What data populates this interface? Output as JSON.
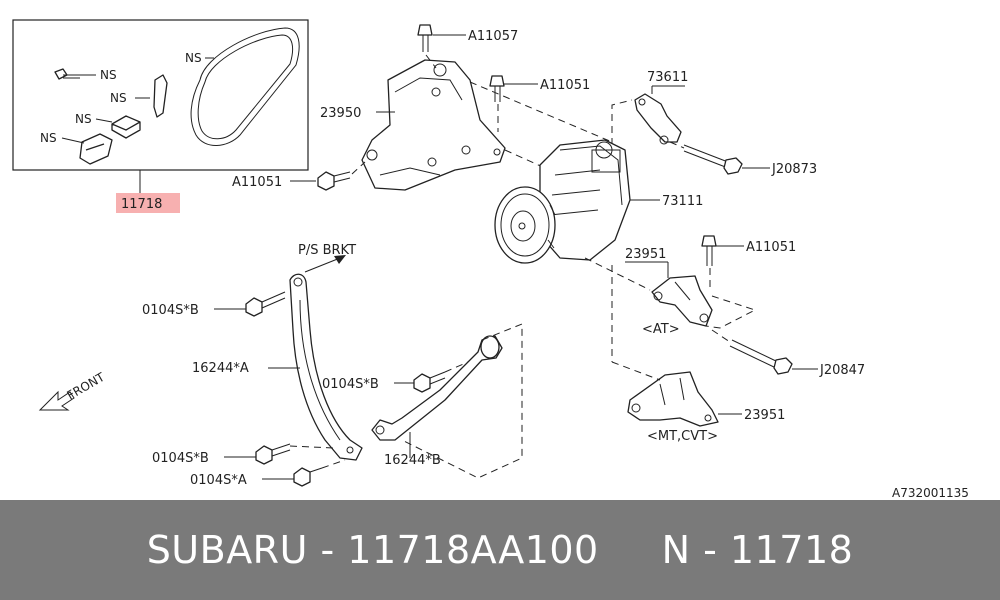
{
  "labels": {
    "kit_ns_belt": "NS",
    "kit_ns_bolt": "NS",
    "kit_ns_clip": "NS",
    "kit_ns_spacer": "NS",
    "kit_ns_clamp": "NS",
    "kit_part": "11718",
    "bolt_top": "A11057",
    "bolt_mid": "A11051",
    "bracket_main": "23950",
    "bolt_left": "A11051",
    "sensor": "73611",
    "bolt_sensor": "J20873",
    "compressor": "73111",
    "bracket_at": "23951",
    "bolt_at": "A11051",
    "variant_at": "<AT>",
    "bolt_long": "J20847",
    "bracket_mt": "23951",
    "variant_mt": "<MT,CVT>",
    "ps_bracket": "P/S BRKT",
    "front": "FRONT",
    "bolt_b1": "0104S*B",
    "rod_a": "16244*A",
    "bolt_b2": "0104S*B",
    "bolt_b3": "0104S*B",
    "rod_b": "16244*B",
    "bolt_a": "0104S*A",
    "diagram_code": "A732001135"
  },
  "colors": {
    "highlight": "#f7b0b0",
    "footer_bg": "#7a7a7a",
    "footer_text": "#ffffff"
  },
  "footer": {
    "text": "SUBARU - 11718AA100     N - 11718"
  }
}
